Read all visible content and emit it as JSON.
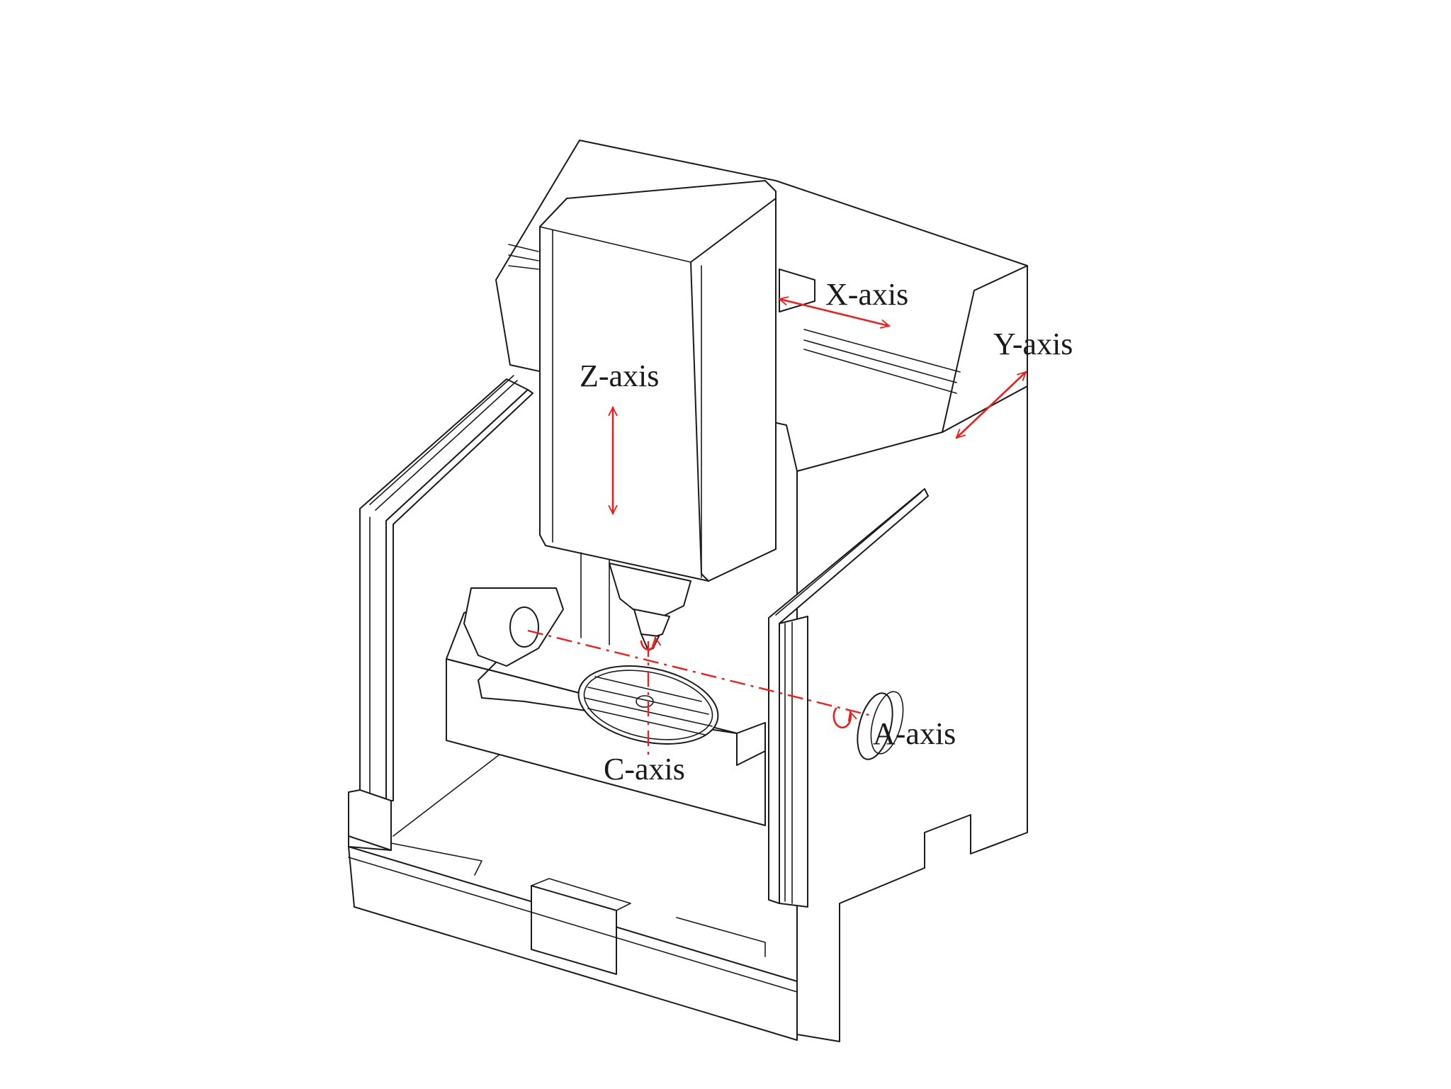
{
  "colors": {
    "axis_markers": "#e8201e",
    "outline": "#1a1a1a",
    "background": "#ffffff"
  },
  "labels": {
    "x_axis": "X-axis",
    "y_axis": "Y-axis",
    "z_axis": "Z-axis",
    "a_axis": "A-axis",
    "c_axis": "C-axis"
  }
}
